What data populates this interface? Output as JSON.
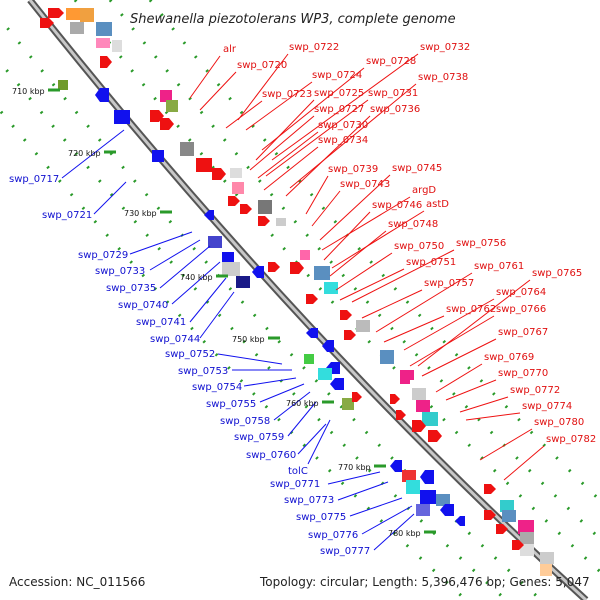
{
  "title": "Shewanella piezotolerans WP3, complete genome",
  "footer": {
    "accession": "Accession: NC_011566",
    "topology": "Topology: circular; Length: 5,396,476 bp; Genes: 5,047"
  },
  "colors": {
    "plus_strand": "#ee1111",
    "minus_strand": "#1111ee",
    "backbone": "#888888",
    "tick_green": "#2a9a2a"
  },
  "kbp_labels": [
    "710 kbp",
    "720 kbp",
    "730 kbp",
    "740 kbp",
    "750 kbp",
    "760 kbp",
    "770 kbp",
    "780 kbp"
  ],
  "red_labels": [
    "alr",
    "swp_0722",
    "swp_0732",
    "swp_0720",
    "swp_0728",
    "swp_0724",
    "swp_0738",
    "swp_0723",
    "swp_0725",
    "swp_0731",
    "swp_0727",
    "swp_0736",
    "swp_0730",
    "swp_0734",
    "swp_0745",
    "swp_0739",
    "swp_0743",
    "argD",
    "swp_0746",
    "astD",
    "swp_0748",
    "swp_0756",
    "swp_0750",
    "swp_0751",
    "swp_0761",
    "swp_0765",
    "swp_0757",
    "swp_0764",
    "swp_0762",
    "swp_0766",
    "swp_0767",
    "swp_0769",
    "swp_0770",
    "swp_0772",
    "swp_0774",
    "swp_0780",
    "swp_0782"
  ],
  "blue_labels": [
    "swp_0717",
    "swp_0721",
    "swp_0729",
    "swp_0733",
    "swp_0735",
    "swp_0740",
    "swp_0741",
    "swp_0744",
    "swp_0752",
    "swp_0753",
    "swp_0754",
    "swp_0755",
    "swp_0758",
    "swp_0759",
    "swp_0760",
    "tolC",
    "swp_0771",
    "swp_0773",
    "swp_0775",
    "swp_0776",
    "swp_0777"
  ]
}
